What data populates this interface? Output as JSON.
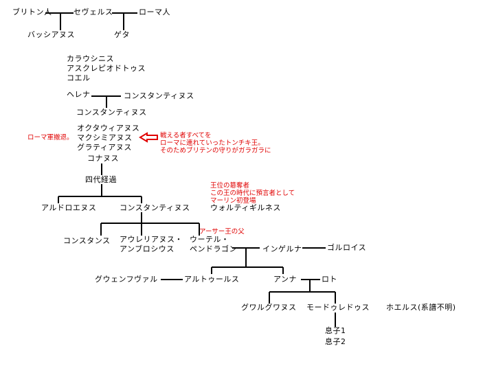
{
  "names": {
    "briton": "ブリトン人",
    "severus": "セヴェルス",
    "roman": "ローマ人",
    "bassianus": "バッシアヌス",
    "geta": "ゲタ",
    "carausius": "カラウシニス",
    "asclepiodotus": "アスクレピオドトゥス",
    "coel": "コエル",
    "helena": "ヘレナ",
    "constantius": "コンスタンティヌス",
    "constantine1": "コンスタンティヌス",
    "octavius": "オクタウィアヌス",
    "maximianus": "マクシミアヌス",
    "gratianus": "グラティアヌス",
    "conanus": "コナヌス",
    "four_generations": "四代経過",
    "aldroenus": "アルドロエヌス",
    "constantine2": "コンスタンティヌス",
    "vortigern": "ウォルティギルネス",
    "constans": "コンスタンス",
    "aurelius_line1": "アウレリアヌス・",
    "aurelius_line2": "アンブロシウス",
    "uther_line1": "ウーテル・",
    "uther_line2": "ペンドラゴン",
    "igraine": "インゲルナ",
    "gorlois": "ゴルロイス",
    "guinevere": "グウェンフヴァル",
    "arthur": "アルトゥールス",
    "anna": "アンナ",
    "lot": "ロト",
    "gawain": "グワルグワヌス",
    "mordred": "モードゥレドゥス",
    "hoel": "ホエルス(系譜不明)",
    "son1": "息子1",
    "son2": "息子2"
  },
  "notes": {
    "roman_army": "ローマ軍撤退。",
    "maximianus_1": "戦える者すべてを",
    "maximianus_2": "ローマに連れていったトンチキ王。",
    "maximianus_3": "そのためブリテンの守りがガラガラに",
    "vortigern_1": "王位の簒奪者",
    "vortigern_2": "この王の時代に預言者として",
    "vortigern_3": "マーリン初登場",
    "uther": "アーサー王の父"
  },
  "colors": {
    "note": "#e00000",
    "line": "#000000",
    "background": "#ffffff"
  },
  "icons": {
    "arrow": "left-arrow-icon"
  }
}
